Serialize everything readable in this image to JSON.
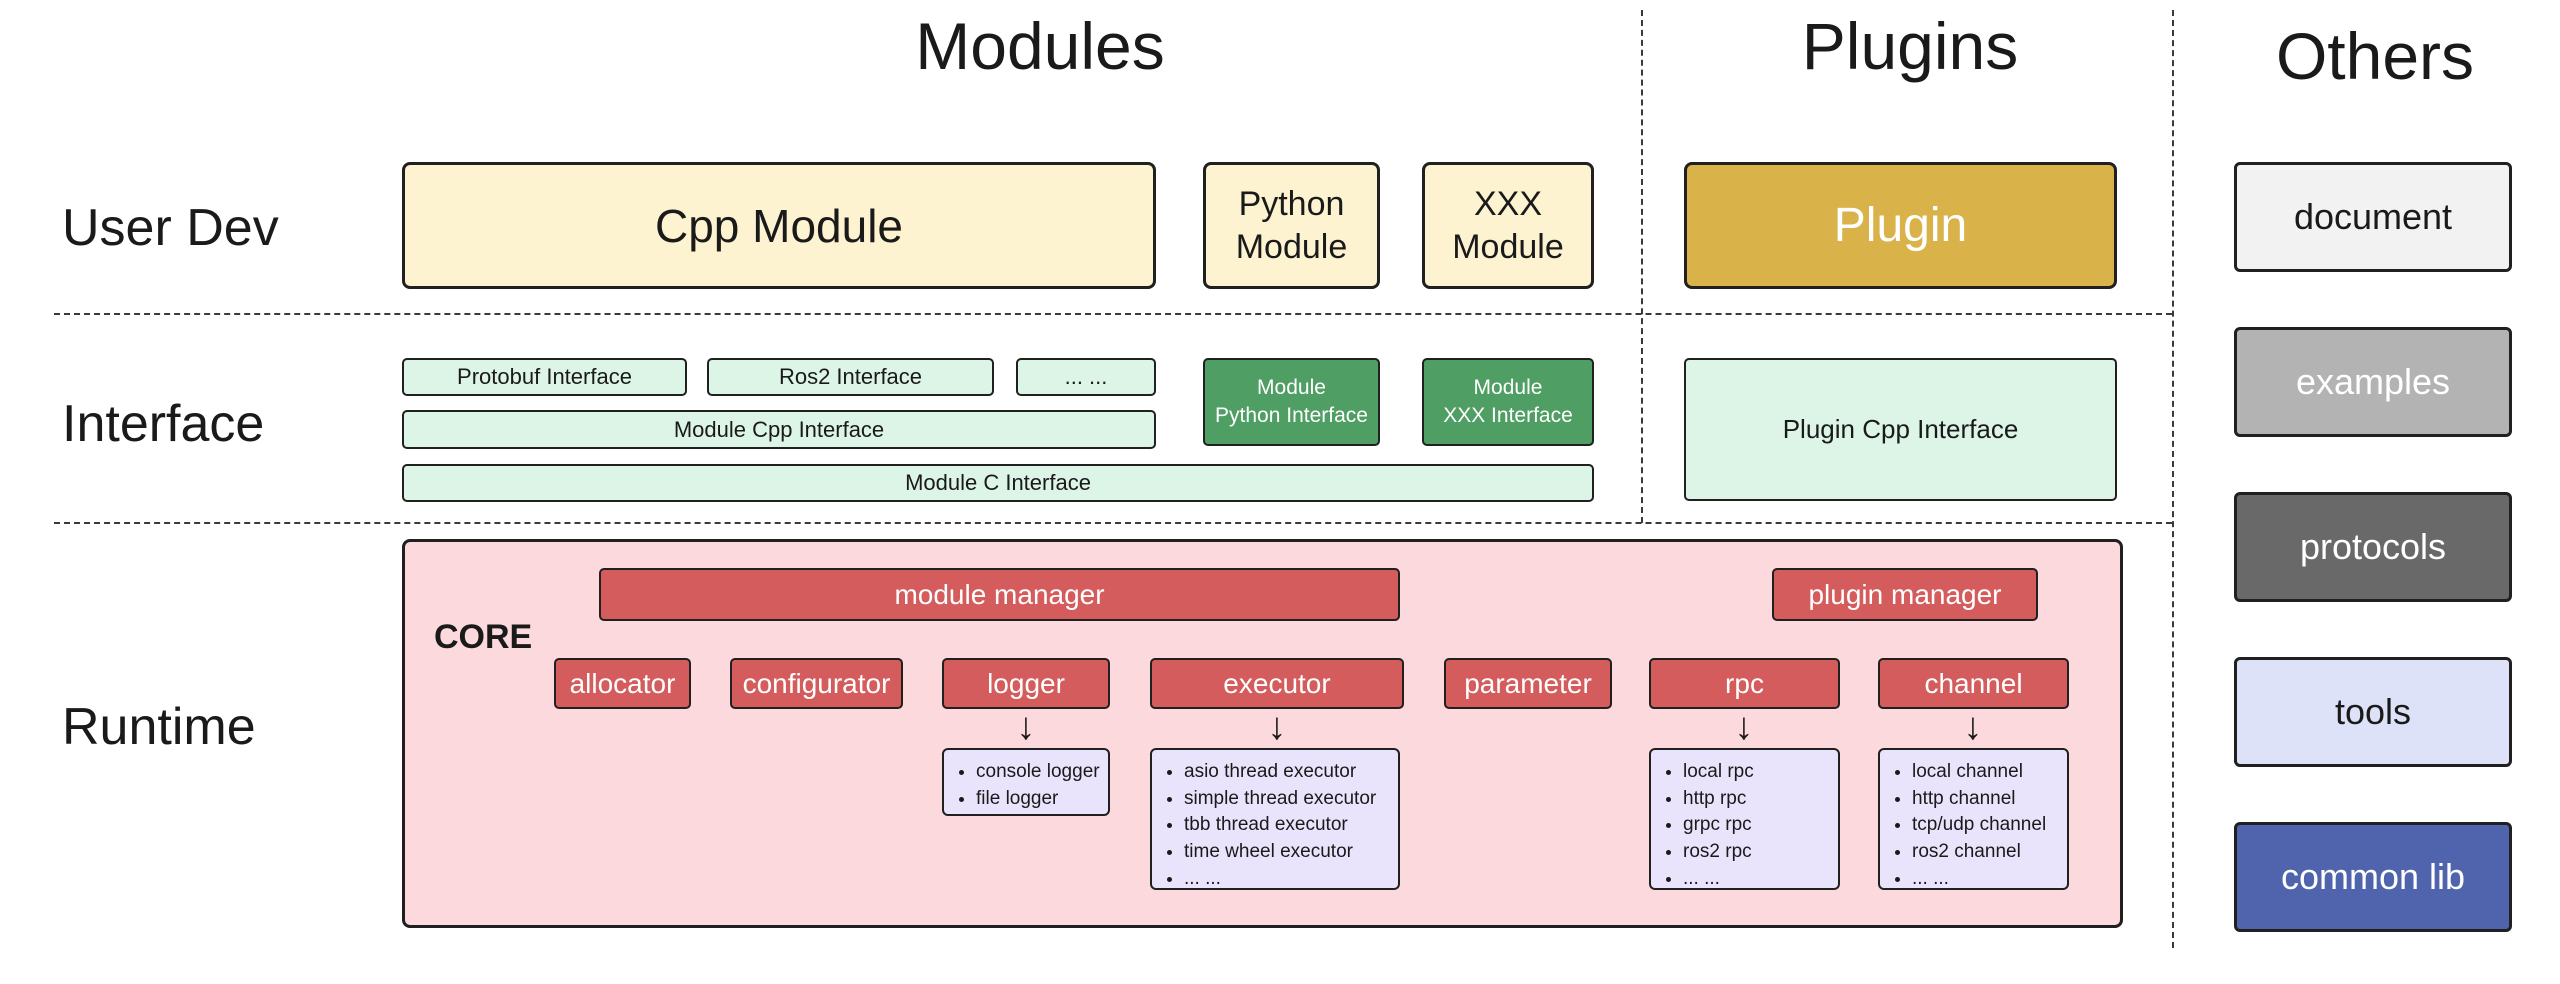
{
  "headers": {
    "modules": "Modules",
    "plugins": "Plugins",
    "others": "Others"
  },
  "row_labels": {
    "user_dev": "User Dev",
    "interface": "Interface",
    "runtime": "Runtime"
  },
  "user_dev": {
    "cpp_module": "Cpp Module",
    "python_module": "Python Module",
    "xxx_module": "XXX Module",
    "plugin": "Plugin"
  },
  "interface": {
    "protobuf_interface": "Protobuf Interface",
    "ros2_interface": "Ros2 Interface",
    "ellipsis": "... ...",
    "module_python_interface": {
      "line1": "Module",
      "line2": "Python Interface"
    },
    "module_xxx_interface": {
      "line1": "Module",
      "line2": "XXX Interface"
    },
    "module_cpp_interface": "Module Cpp Interface",
    "module_c_interface": "Module C Interface",
    "plugin_cpp_interface": "Plugin Cpp Interface"
  },
  "runtime": {
    "core_label": "CORE",
    "module_manager": "module manager",
    "plugin_manager": "plugin manager",
    "components": [
      "allocator",
      "configurator",
      "logger",
      "executor",
      "parameter",
      "rpc",
      "channel"
    ],
    "logger_items": [
      "console logger",
      "file logger"
    ],
    "executor_items": [
      "asio thread executor",
      "simple thread executor",
      "tbb thread executor",
      "time wheel executor",
      "... ..."
    ],
    "rpc_items": [
      "local rpc",
      "http rpc",
      "grpc rpc",
      "ros2 rpc",
      "... ..."
    ],
    "channel_items": [
      "local channel",
      "http channel",
      "tcp/udp channel",
      "ros2 channel",
      "... ..."
    ]
  },
  "others": {
    "items": [
      "document",
      "examples",
      "protocols",
      "tools",
      "common lib"
    ]
  },
  "icons": {
    "arrow_down": "↓"
  },
  "colors": {
    "cream": "#fdf3d1",
    "gold": "#d9b34a",
    "light_green": "#dcf5e7",
    "dark_green": "#4f9e63",
    "pink": "#fcd9dc",
    "red": "#d45c5c",
    "lavender": "#e9e3fb",
    "light_gray": "#f2f2f2",
    "mid_gray": "#b3b3b3",
    "dark_gray": "#696969",
    "indigo": "#5064ad",
    "border": "#202020"
  }
}
